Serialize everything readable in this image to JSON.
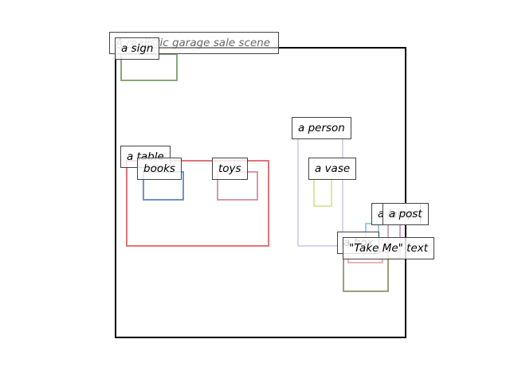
{
  "title": "A realistic garage sale scene",
  "boxes": [
    {
      "id": "sign",
      "label": "a sign",
      "color": "#88a87c"
    },
    {
      "id": "table",
      "label": "a table",
      "color": "#e0747a"
    },
    {
      "id": "books",
      "label": "books",
      "color": "#6b96c4"
    },
    {
      "id": "toys",
      "label": "toys",
      "color": "#d49aa5"
    },
    {
      "id": "person",
      "label": "a person",
      "color": "#d8d4ec"
    },
    {
      "id": "vase",
      "label": "a vase",
      "color": "#d6e8a4"
    },
    {
      "id": "lamp",
      "label": "a lamp",
      "color": "#9ccbe2"
    },
    {
      "id": "post",
      "label": "a post",
      "color": "#d3a2c0"
    },
    {
      "id": "box",
      "label": "a box",
      "color": "#9aa07e"
    },
    {
      "id": "text",
      "label": "\"Take Me\" text",
      "color": "#e4b6bc"
    }
  ]
}
